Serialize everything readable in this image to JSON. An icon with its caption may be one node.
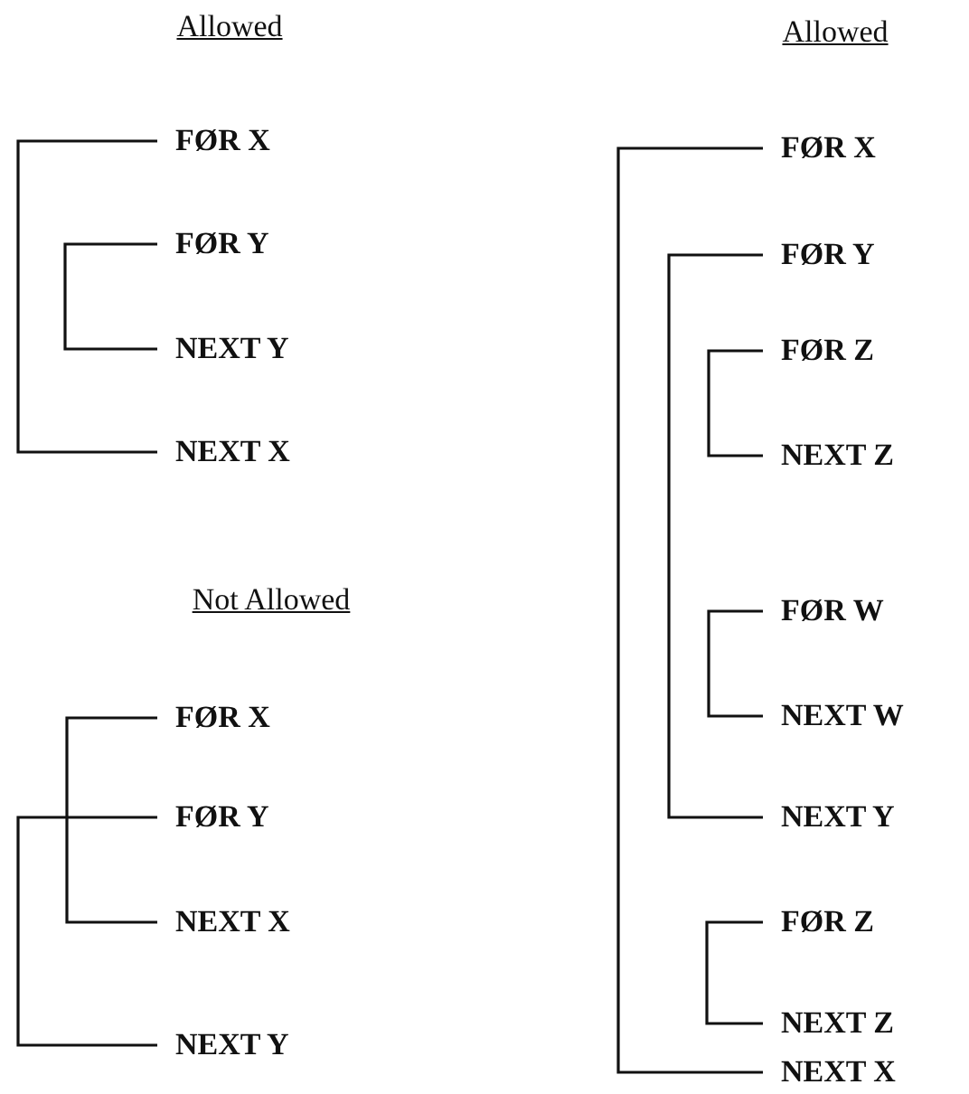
{
  "diagram": {
    "nodes": [
      {
        "text": [
          "FØR X"
        ]
      },
      {
        "text": [
          "FØR Y"
        ]
      },
      {
        "text": [
          "NEXT Y"
        ]
      },
      {
        "text": [
          "NEXT X"
        ]
      },
      {
        "text": [
          "FØR X"
        ]
      },
      {
        "text": [
          "FØR Y"
        ]
      },
      {
        "text": [
          "NEXT X"
        ]
      },
      {
        "text": [
          "NEXT Y"
        ]
      },
      {
        "text": [
          "FØR X"
        ]
      },
      {
        "text": [
          "FØR Y"
        ]
      },
      {
        "text": [
          "FØR Z"
        ]
      },
      {
        "text": [
          "NEXT Z"
        ]
      },
      {
        "text": [
          "FØR W"
        ]
      },
      {
        "text": [
          "NEXT W"
        ]
      },
      {
        "text": [
          "NEXT Y"
        ]
      },
      {
        "text": [
          "FØR Z"
        ]
      },
      {
        "text": [
          "NEXT Z"
        ]
      },
      {
        "text": [
          "NEXT X"
        ]
      }
    ],
    "edges": [
      {
        "from": 0,
        "to": 3,
        "arrow": "none"
      },
      {
        "from": 1,
        "to": 2,
        "arrow": "none"
      },
      {
        "from": 4,
        "to": 6,
        "arrow": "none"
      },
      {
        "from": 5,
        "to": 7,
        "arrow": "none"
      },
      {
        "from": 8,
        "to": 17,
        "arrow": "none"
      },
      {
        "from": 9,
        "to": 14,
        "arrow": "none"
      },
      {
        "from": 10,
        "to": 11,
        "arrow": "none"
      },
      {
        "from": 12,
        "to": 13,
        "arrow": "none"
      },
      {
        "from": 15,
        "to": 16,
        "arrow": "none"
      }
    ],
    "labels": [
      "Allowed",
      "Allowed",
      "Not Allowed"
    ]
  }
}
